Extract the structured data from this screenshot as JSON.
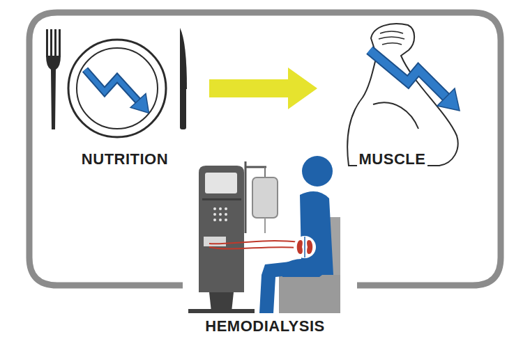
{
  "diagram": {
    "nodes": [
      {
        "text": [
          "NUTRITION"
        ]
      },
      {
        "text": [
          "MUSCLE"
        ]
      },
      {
        "text": [
          "HEMODIALYSIS"
        ]
      }
    ],
    "edges": [
      {
        "from": 0,
        "to": 1,
        "arrow": "to"
      }
    ]
  }
}
